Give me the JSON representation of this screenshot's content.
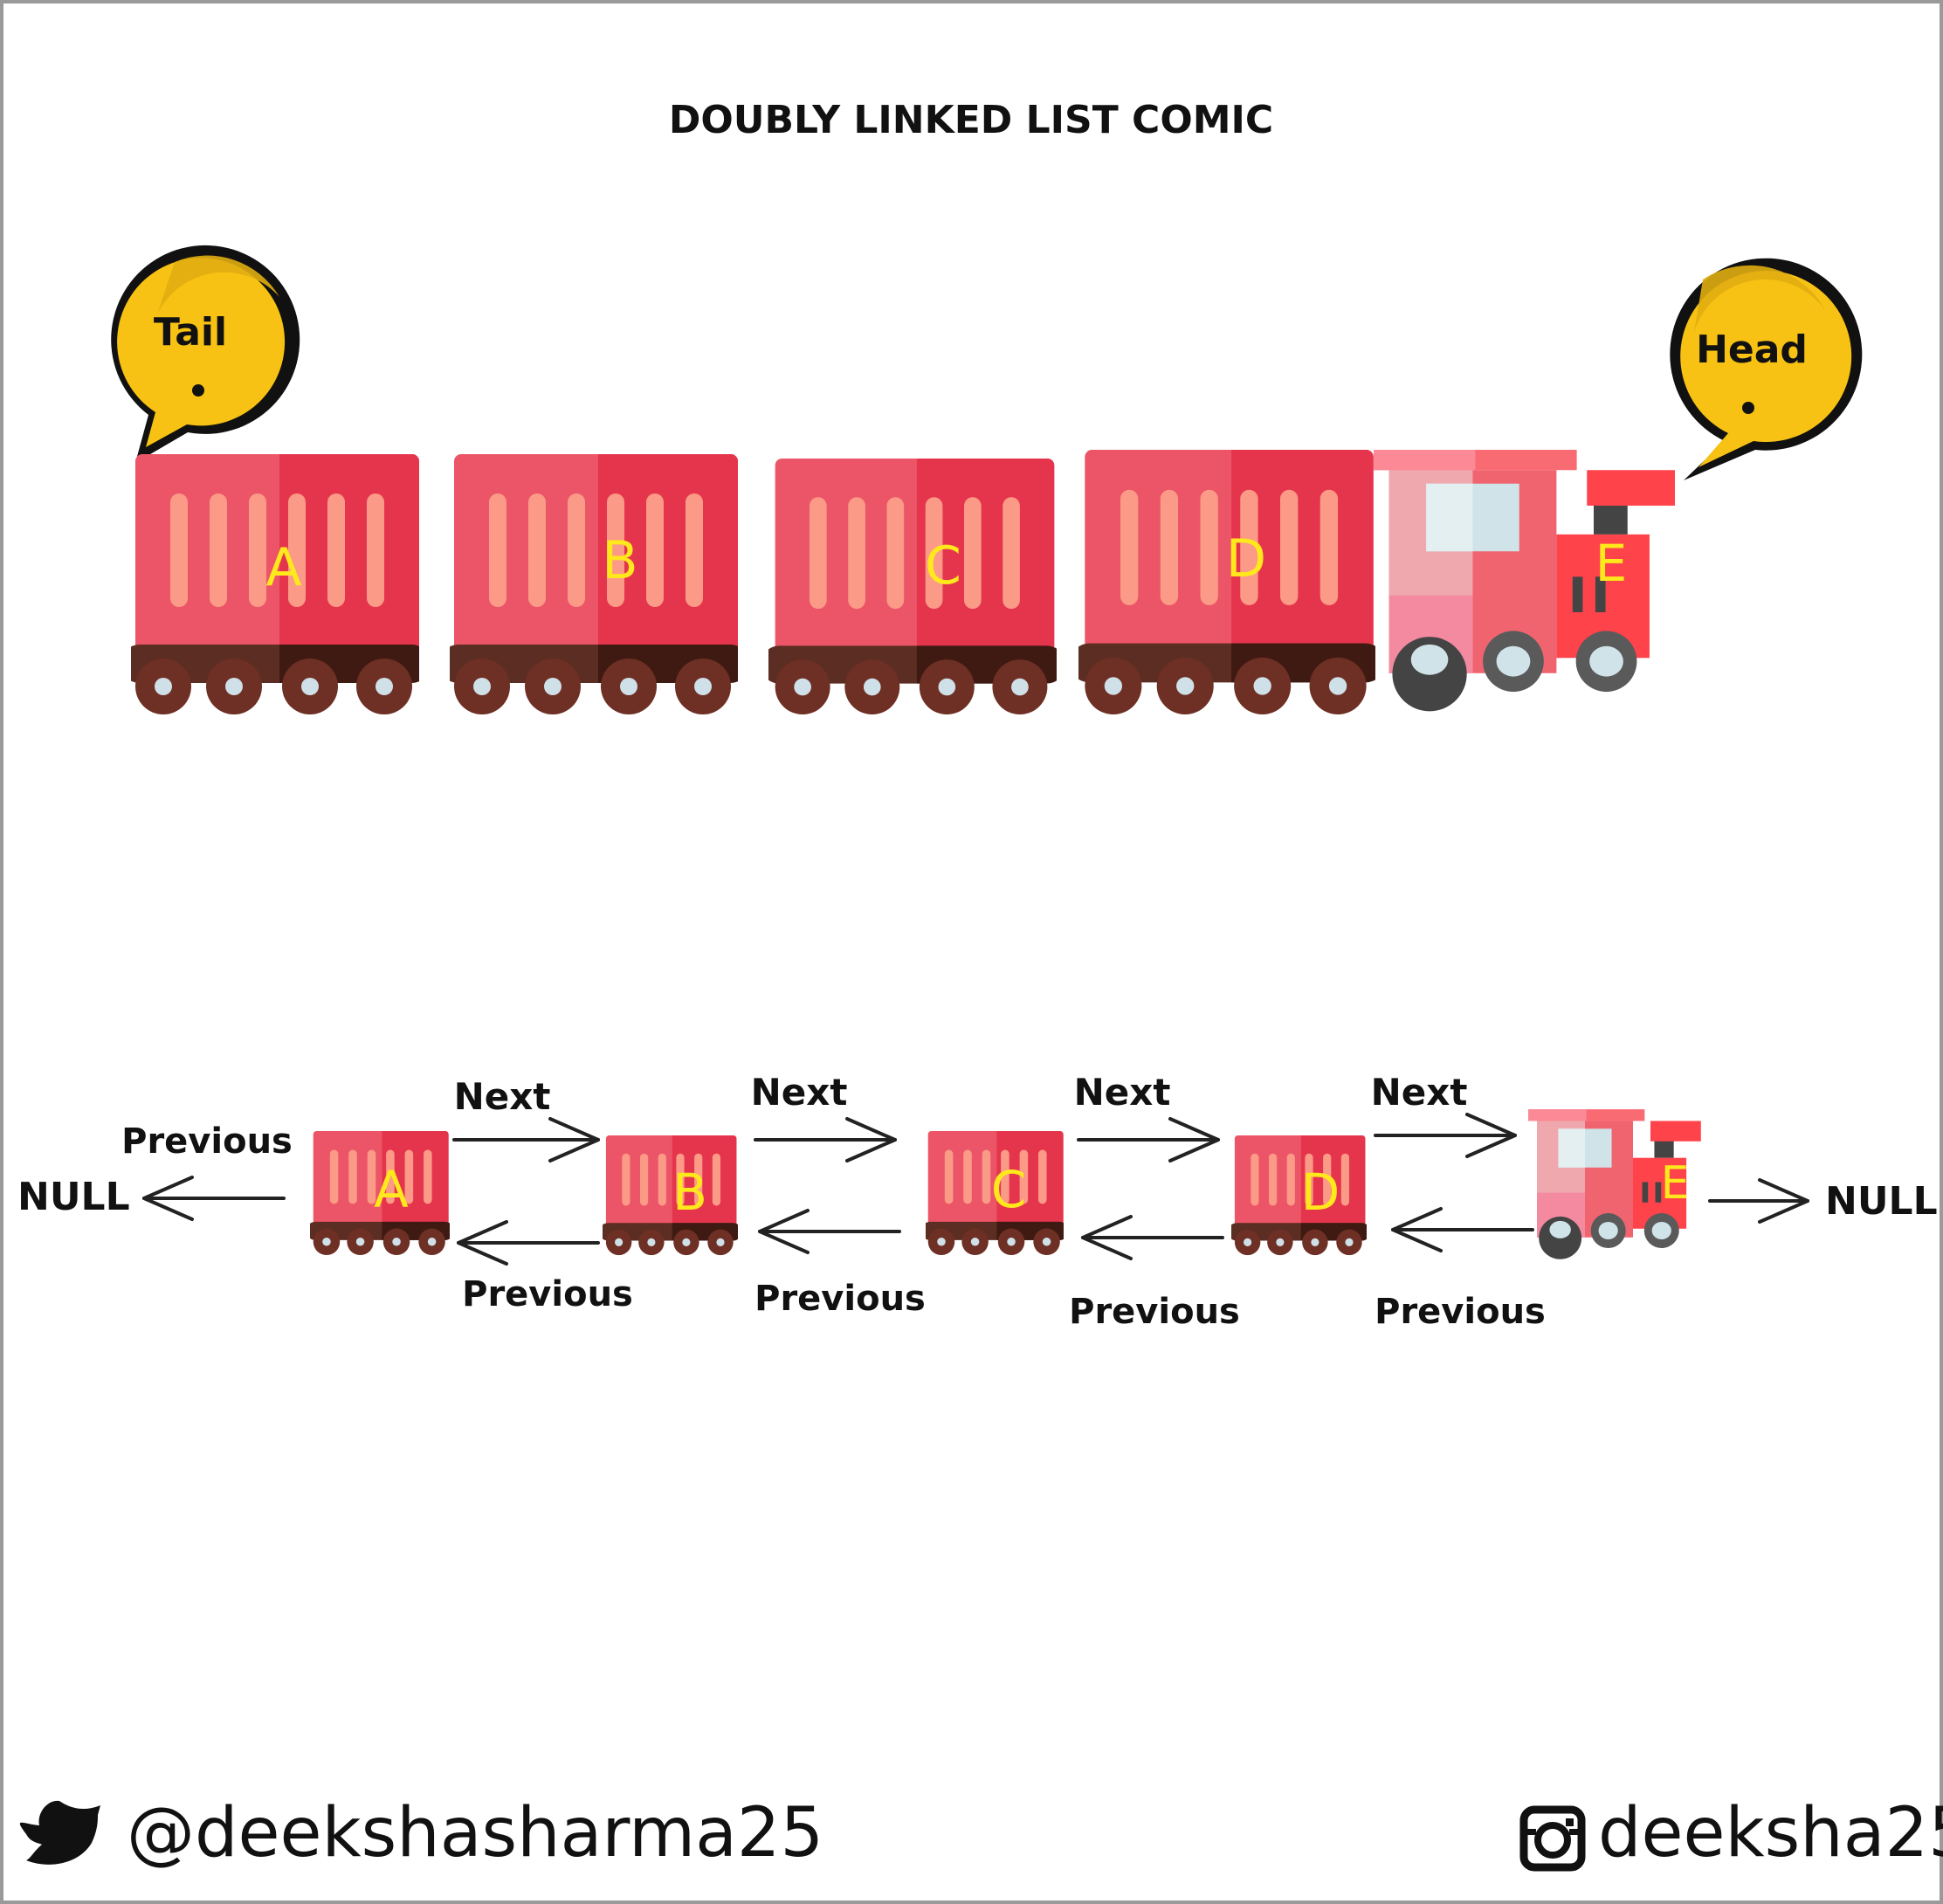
{
  "title": "DOUBLY LINKED LIST COMIC",
  "bubbles": {
    "tail": "Tail",
    "head": "Head"
  },
  "nodes": [
    "A",
    "B",
    "C",
    "D",
    "E"
  ],
  "pointers": {
    "next": "Next",
    "previous": "Previous",
    "null": "NULL"
  },
  "footer": {
    "twitter": "@deekshasharma25",
    "instagram": "deeksha25"
  },
  "colors": {
    "car_light": "#ec5567",
    "car_dark": "#e5354d",
    "car_stripe": "#fb9a86",
    "base": "#5c2d22",
    "base_dark": "#3f1a12",
    "wheel": "#6e2f24",
    "hub": "#cfe0e8",
    "bubble": "#f7c213",
    "letter": "#ffe81c"
  },
  "icons": {
    "twitter": "twitter-bird-icon",
    "instagram": "instagram-camera-icon"
  }
}
